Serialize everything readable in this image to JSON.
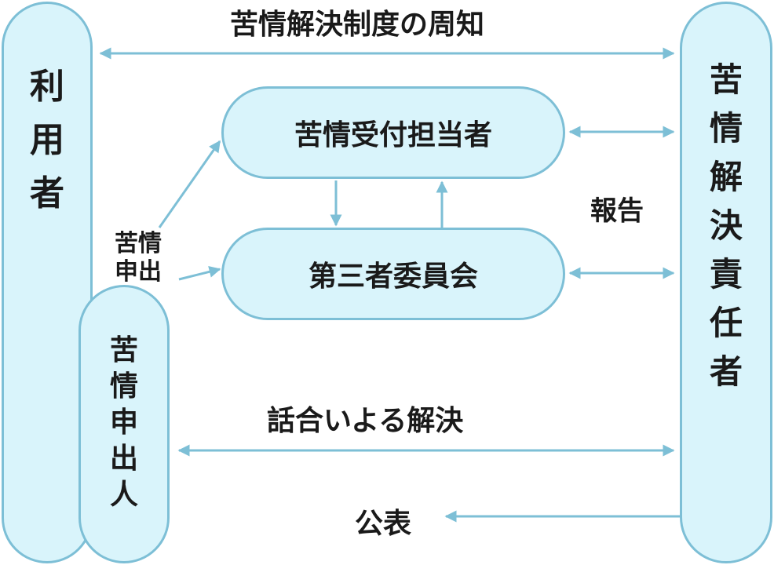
{
  "nodes": {
    "user": "利用者",
    "complainant": "苦情申出人",
    "reception": "苦情受付担当者",
    "committee": "第三者委員会",
    "responsible": "苦情解決責任者"
  },
  "labels": {
    "publicize": "苦情解決制度の周知",
    "complaint_line1": "苦情",
    "complaint_line2": "申出",
    "report": "報告",
    "discussion": "話合いよる解決",
    "announce": "公表"
  },
  "colors": {
    "fill": "#d9f4fb",
    "stroke": "#7dbfd6",
    "text": "#1a1a1a"
  }
}
